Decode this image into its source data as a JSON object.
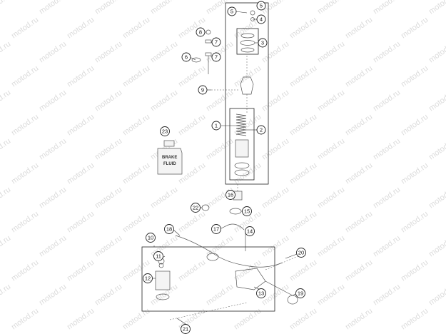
{
  "watermark": {
    "text": "motod.ru"
  },
  "bottle": {
    "label_line1": "BRAKE",
    "label_line2": "FLUID"
  },
  "callouts": [
    {
      "id": "c1",
      "label": "1"
    },
    {
      "id": "c2",
      "label": "2"
    },
    {
      "id": "c3",
      "label": "3"
    },
    {
      "id": "c4",
      "label": "4"
    },
    {
      "id": "c5a",
      "label": "5"
    },
    {
      "id": "c5b",
      "label": "5"
    },
    {
      "id": "c6",
      "label": "6"
    },
    {
      "id": "c7a",
      "label": "7"
    },
    {
      "id": "c7b",
      "label": "7"
    },
    {
      "id": "c8",
      "label": "8"
    },
    {
      "id": "c9",
      "label": "9"
    },
    {
      "id": "c10",
      "label": "10"
    },
    {
      "id": "c11",
      "label": "11"
    },
    {
      "id": "c12",
      "label": "12"
    },
    {
      "id": "c13",
      "label": "13"
    },
    {
      "id": "c14",
      "label": "14"
    },
    {
      "id": "c15",
      "label": "15"
    },
    {
      "id": "c16",
      "label": "16"
    },
    {
      "id": "c17",
      "label": "17"
    },
    {
      "id": "c18",
      "label": "18"
    },
    {
      "id": "c19",
      "label": "19"
    },
    {
      "id": "c20",
      "label": "20"
    },
    {
      "id": "c21",
      "label": "21"
    },
    {
      "id": "c22",
      "label": "22"
    },
    {
      "id": "c23",
      "label": "23"
    }
  ]
}
